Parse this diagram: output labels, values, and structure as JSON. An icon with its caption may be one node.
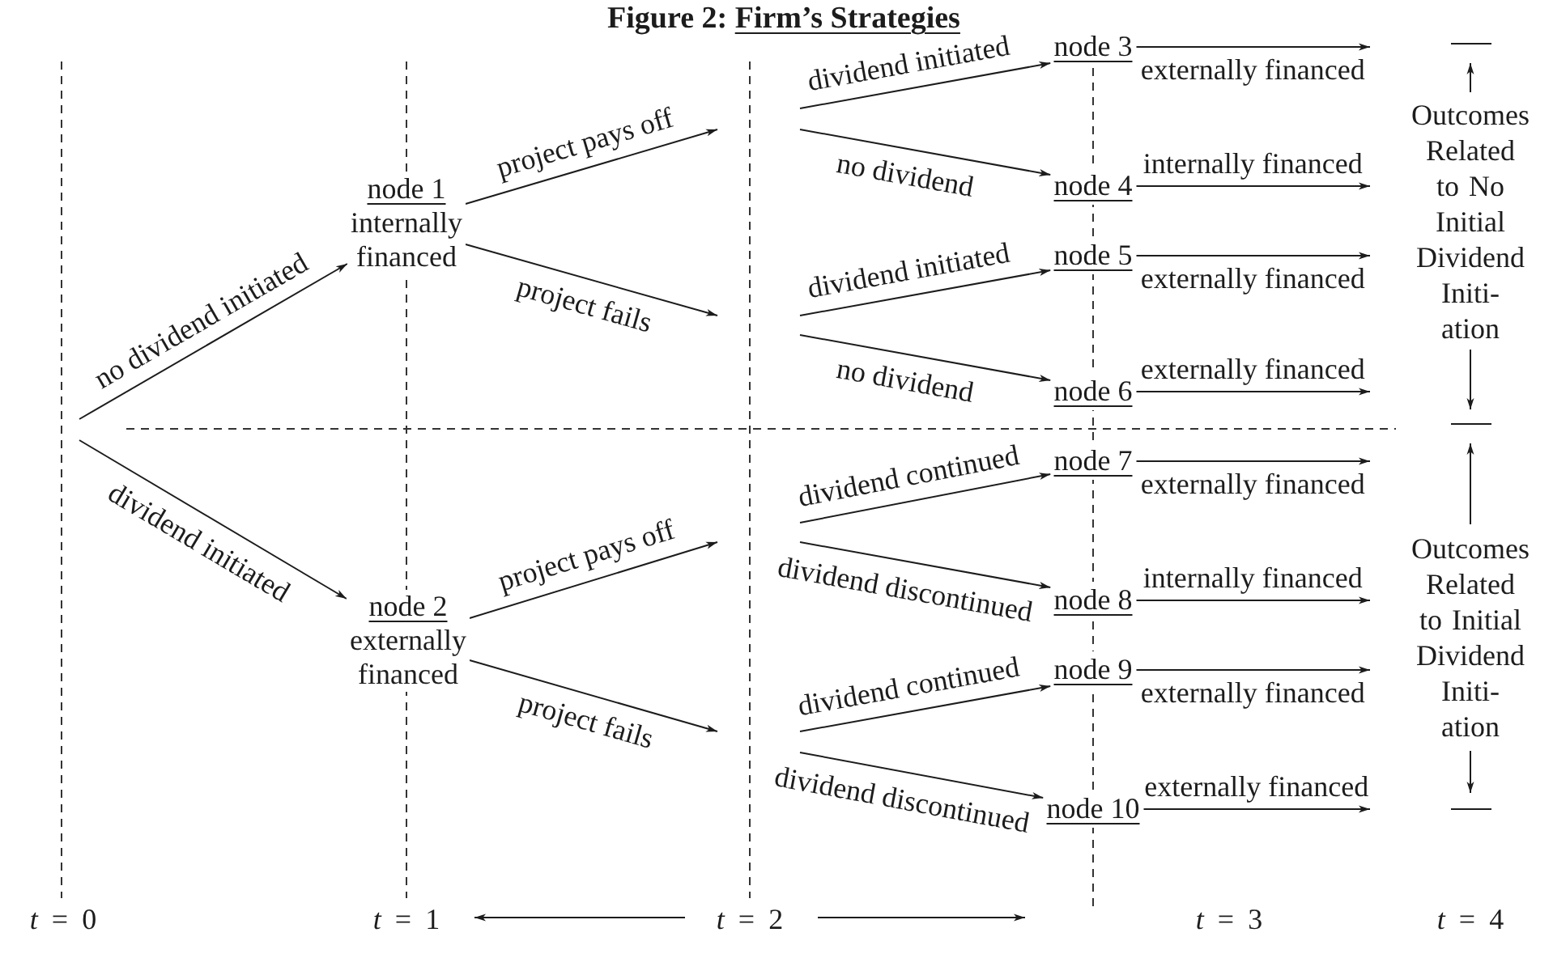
{
  "diagram": {
    "title": "Figure 2: Firm’s Strategies",
    "nodes": [
      {
        "text": [
          "node 1",
          "internally financed"
        ]
      },
      {
        "text": [
          "node 2",
          "externally financed"
        ]
      },
      {
        "text": [
          "node 3"
        ]
      },
      {
        "text": [
          "node 4"
        ]
      },
      {
        "text": [
          "node 5"
        ]
      },
      {
        "text": [
          "node 6"
        ]
      },
      {
        "text": [
          "node 7"
        ]
      },
      {
        "text": [
          "node 8"
        ]
      },
      {
        "text": [
          "node 9"
        ]
      },
      {
        "text": [
          "node 10"
        ]
      }
    ],
    "edges": [
      {
        "from": null,
        "to": 0,
        "arrow": "to",
        "label": "no dividend initiated"
      },
      {
        "from": null,
        "to": 1,
        "arrow": "to",
        "label": "dividend initiated"
      },
      {
        "from": 0,
        "to": null,
        "arrow": "to",
        "label": "project pays off"
      },
      {
        "from": 0,
        "to": null,
        "arrow": "to",
        "label": "project fails"
      },
      {
        "from": 1,
        "to": null,
        "arrow": "to",
        "label": "project pays off"
      },
      {
        "from": 1,
        "to": null,
        "arrow": "to",
        "label": "project fails"
      },
      {
        "from": null,
        "to": 2,
        "arrow": "to",
        "label": "dividend initiated"
      },
      {
        "from": null,
        "to": 3,
        "arrow": "to",
        "label": "no dividend"
      },
      {
        "from": null,
        "to": 4,
        "arrow": "to",
        "label": "dividend initiated"
      },
      {
        "from": null,
        "to": 5,
        "arrow": "to",
        "label": "no dividend"
      },
      {
        "from": null,
        "to": 6,
        "arrow": "to",
        "label": "dividend continued"
      },
      {
        "from": null,
        "to": 7,
        "arrow": "to",
        "label": "dividend discontinued"
      },
      {
        "from": null,
        "to": 8,
        "arrow": "to",
        "label": "dividend continued"
      },
      {
        "from": null,
        "to": 9,
        "arrow": "to",
        "label": "dividend discontinued"
      },
      {
        "from": 2,
        "to": null,
        "arrow": "to",
        "label": "externally financed"
      },
      {
        "from": 3,
        "to": null,
        "arrow": "to",
        "label": "internally financed"
      },
      {
        "from": 4,
        "to": null,
        "arrow": "to",
        "label": "externally financed"
      },
      {
        "from": 5,
        "to": null,
        "arrow": "to",
        "label": "externally financed"
      },
      {
        "from": 6,
        "to": null,
        "arrow": "to",
        "label": "externally financed"
      },
      {
        "from": 7,
        "to": null,
        "arrow": "to",
        "label": "internally financed"
      },
      {
        "from": 8,
        "to": null,
        "arrow": "to",
        "label": "externally financed"
      },
      {
        "from": 9,
        "to": null,
        "arrow": "to",
        "label": "externally financed"
      }
    ],
    "labels": [
      "Outcomes Related to No Initial Dividend Initi- ation",
      "Outcomes Related to Initial Dividend Initi- ation",
      "*t* = 0",
      "*t* = 1",
      "*t* = 2",
      "*t* = 3",
      "*t* = 4"
    ]
  }
}
